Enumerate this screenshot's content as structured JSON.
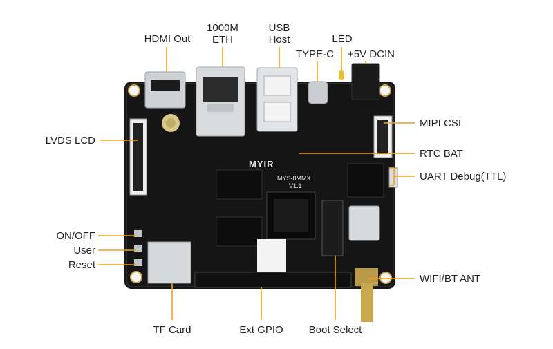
{
  "board": {
    "logo": "MYIR",
    "model": "MYS-8MMX",
    "version": "V1.1"
  },
  "labels": {
    "hdmi_out": "HDMI Out",
    "eth": "1000M\nETH",
    "usb_host": "USB\nHost",
    "led": "LED",
    "type_c": "TYPE-C",
    "dcin": "+5V DCIN",
    "mipi_csi": "MIPI CSI",
    "lvds_lcd": "LVDS LCD",
    "rtc_bat": "RTC BAT",
    "uart_debug": "UART Debug(TTL)",
    "on_off": "ON/OFF",
    "user": "User",
    "reset": "Reset",
    "wifi_bt_ant": "WIFI/BT ANT",
    "tf_card": "TF Card",
    "ext_gpio": "Ext GPIO",
    "boot_select": "Boot Select"
  },
  "colors": {
    "leader": "#f3a01a",
    "pcb": "#141414"
  }
}
